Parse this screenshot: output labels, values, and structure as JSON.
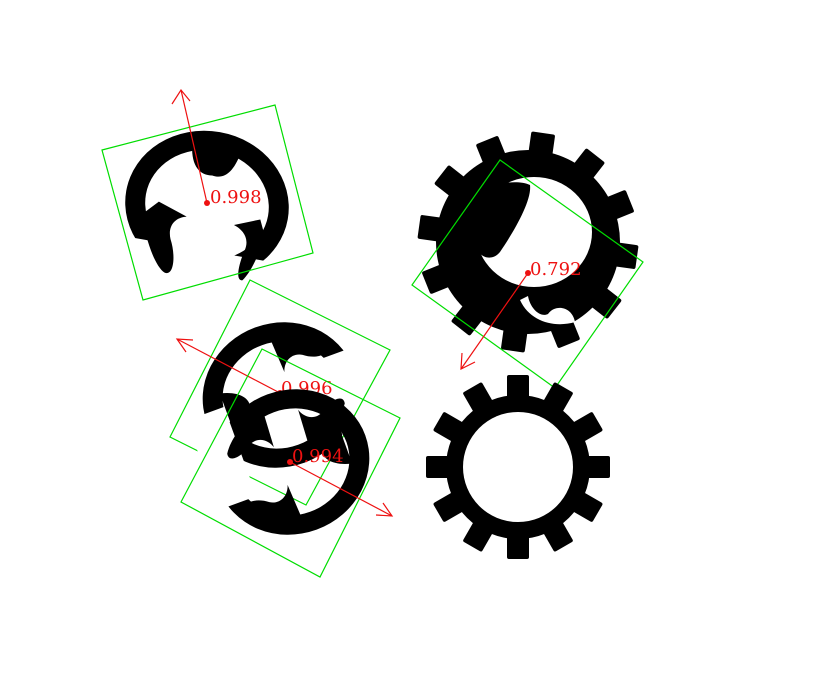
{
  "colors": {
    "background": "#ffffff",
    "part": "#000000",
    "box": "#00dd00",
    "pose": "#ee1111"
  },
  "detections": [
    {
      "id": "eclip-top-left",
      "part": "e-clip",
      "score_label": "0.998"
    },
    {
      "id": "eclip-middle",
      "part": "e-clip",
      "score_label": "0.996"
    },
    {
      "id": "eclip-lower",
      "part": "e-clip",
      "score_label": "0.994"
    },
    {
      "id": "gear-top-right",
      "part": "gear",
      "score_label": "0.792"
    }
  ]
}
